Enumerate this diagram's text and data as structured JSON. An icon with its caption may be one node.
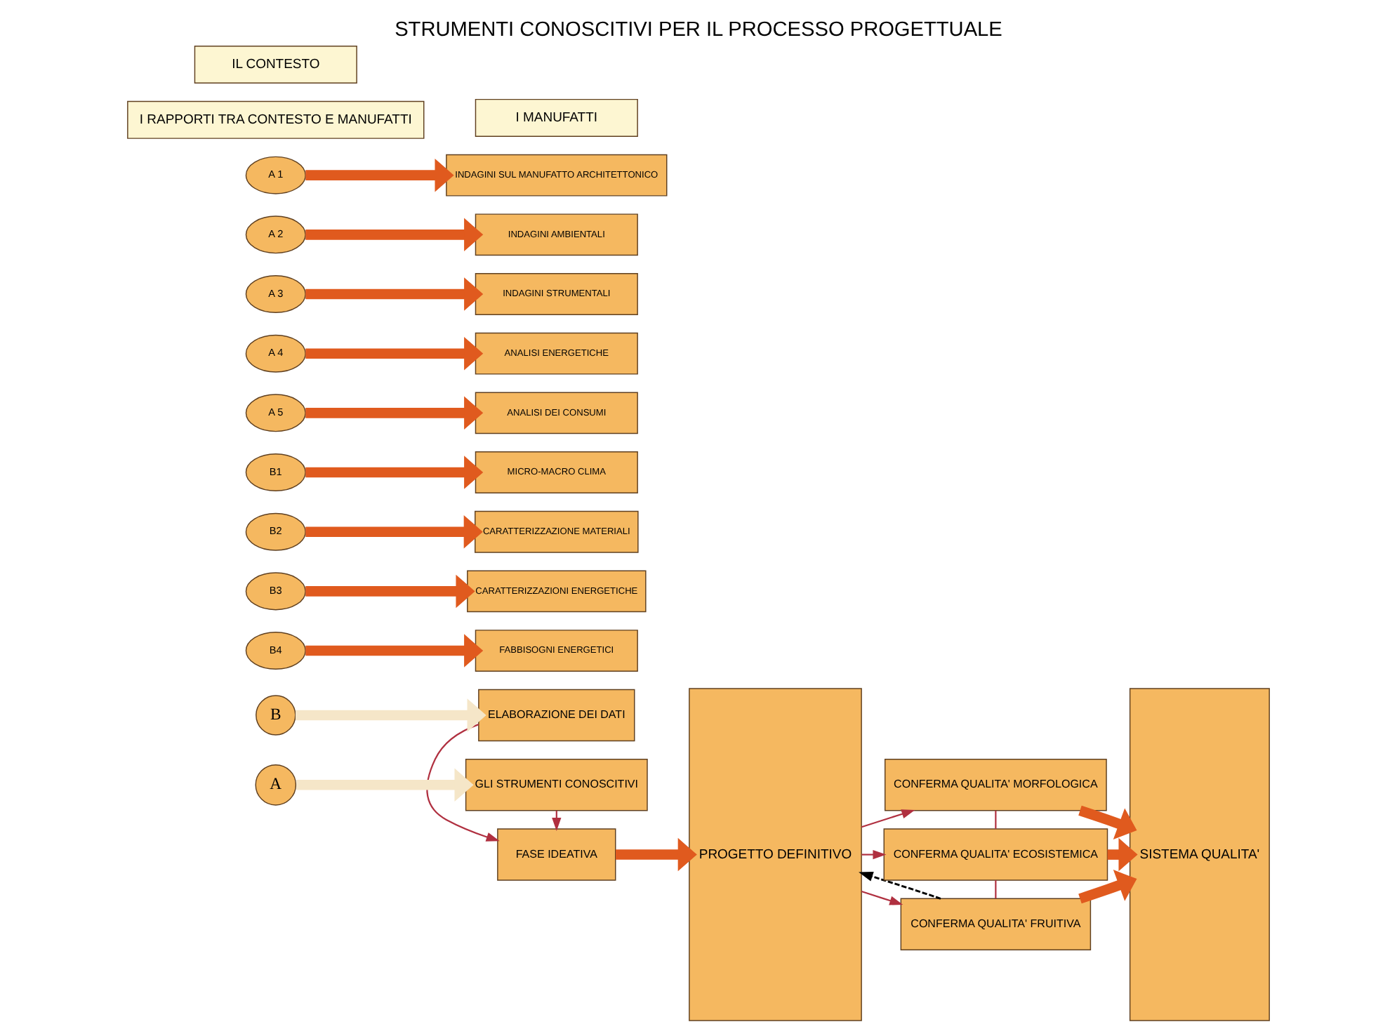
{
  "diagram": {
    "title": "STRUMENTI CONOSCITIVI PER IL PROCESSO PROGETTUALE",
    "nodes": [
      {
        "text": [
          "IL CONTESTO"
        ]
      },
      {
        "text": [
          "I MANUFATTI"
        ]
      },
      {
        "text": [
          "I RAPPORTI TRA CONTESTO E MANUFATTI"
        ]
      },
      {
        "text": [
          "A 1"
        ]
      },
      {
        "text": [
          "INDAGINI SUL MANUFATTO ARCHITETTONICO"
        ]
      },
      {
        "text": [
          "A 2"
        ]
      },
      {
        "text": [
          "INDAGINI AMBIENTALI"
        ]
      },
      {
        "text": [
          "A 3"
        ]
      },
      {
        "text": [
          "INDAGINI STRUMENTALI"
        ]
      },
      {
        "text": [
          "A 4"
        ]
      },
      {
        "text": [
          "ANALISI ENERGETICHE"
        ]
      },
      {
        "text": [
          "A 5"
        ]
      },
      {
        "text": [
          "ANALISI DEI CONSUMI"
        ]
      },
      {
        "text": [
          "B1"
        ]
      },
      {
        "text": [
          "MICRO-MACRO CLIMA"
        ]
      },
      {
        "text": [
          "B2"
        ]
      },
      {
        "text": [
          "CARATTERIZZAZIONE MATERIALI"
        ]
      },
      {
        "text": [
          "B3"
        ]
      },
      {
        "text": [
          "CARATTERIZZAZIONI ENERGETICHE"
        ]
      },
      {
        "text": [
          "B4"
        ]
      },
      {
        "text": [
          "FABBISOGNI ENERGETICI"
        ]
      },
      {
        "text": [
          "A"
        ]
      },
      {
        "text": [
          "B"
        ]
      },
      {
        "text": [
          "GLI STRUMENTI CONOSCITIVI"
        ]
      },
      {
        "text": [
          "FASE IDEATIVA"
        ]
      },
      {
        "text": [
          "ELABORAZIONE DEI DATI"
        ]
      },
      {
        "text": [
          "PROGETTO DEFINITIVO"
        ]
      },
      {
        "text": [
          "CONFERMA QUALITA' MORFOLOGICA"
        ]
      },
      {
        "text": [
          "CONFERMA QUALITA' ECOSISTEMICA"
        ]
      },
      {
        "text": [
          "CONFERMA QUALITA' FRUITIVA"
        ]
      },
      {
        "text": [
          "SISTEMA QUALITA'"
        ]
      }
    ],
    "edges": [
      {
        "from": 3,
        "to": 4,
        "arrow": "to"
      },
      {
        "from": 5,
        "to": 6,
        "arrow": "to"
      },
      {
        "from": 7,
        "to": 8,
        "arrow": "to"
      },
      {
        "from": 9,
        "to": 10,
        "arrow": "to"
      },
      {
        "from": 11,
        "to": 12,
        "arrow": "to"
      },
      {
        "from": 13,
        "to": 14,
        "arrow": "to"
      },
      {
        "from": 15,
        "to": 16,
        "arrow": "to"
      },
      {
        "from": 17,
        "to": 18,
        "arrow": "to"
      },
      {
        "from": 19,
        "to": 20,
        "arrow": "to"
      },
      {
        "from": 21,
        "to": 23,
        "arrow": "to",
        "color": "#f5e6c8"
      },
      {
        "from": 22,
        "to": 25,
        "arrow": "to",
        "color": "#f5e6c8"
      },
      {
        "from": 23,
        "to": 24,
        "arrow": "to",
        "color": "#b03040"
      },
      {
        "from": 25,
        "to": 24,
        "arrow": "to",
        "color": "#b03040"
      },
      {
        "from": 24,
        "to": 26,
        "arrow": "to"
      },
      {
        "from": 26,
        "to": 27,
        "arrow": "to",
        "color": "#b03040"
      },
      {
        "from": 26,
        "to": 28,
        "arrow": "to",
        "color": "#b03040"
      },
      {
        "from": 26,
        "to": 29,
        "arrow": "to",
        "color": "#b03040"
      },
      {
        "from": 27,
        "to": 28,
        "arrow": "none",
        "color": "#b03040"
      },
      {
        "from": 28,
        "to": 29,
        "arrow": "none",
        "color": "#b03040"
      },
      {
        "from": 27,
        "to": 30,
        "arrow": "to"
      },
      {
        "from": 28,
        "to": 30,
        "arrow": "to"
      },
      {
        "from": 29,
        "to": 30,
        "arrow": "to"
      },
      {
        "from": 29,
        "to": 26,
        "arrow": "to",
        "style": "dashed",
        "color": "#000000"
      }
    ]
  }
}
